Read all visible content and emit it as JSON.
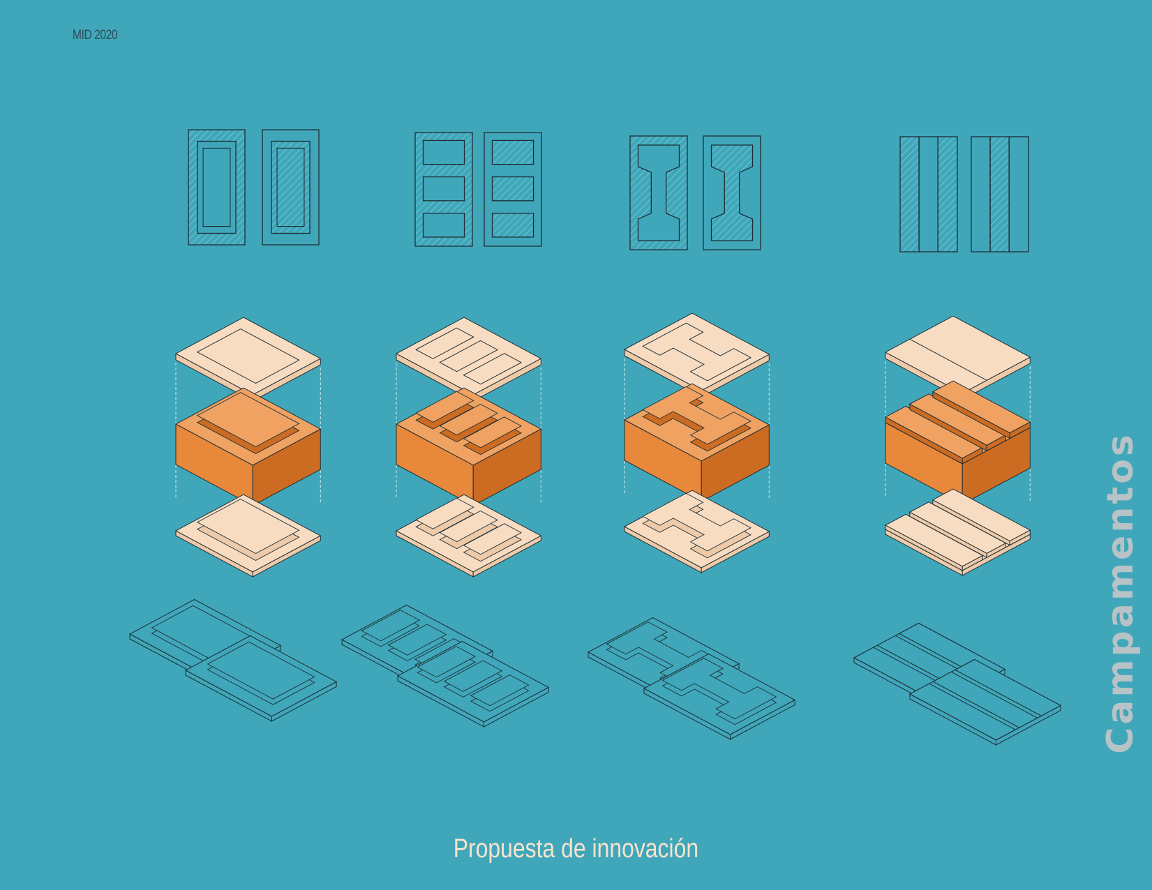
{
  "header": {
    "tag": "MID 2020"
  },
  "footer": {
    "caption": "Propuesta de innovación"
  },
  "side": {
    "title": "Campamentos"
  },
  "colors": {
    "background": "#40a7ba",
    "brick": "#e8883a",
    "brick_top": "#f0a262",
    "brick_side": "#cc6b22",
    "mold": "#f8dcc2",
    "mold_edge": "#eecaa8",
    "line": "#1c2e36",
    "hatch": "#6dc1cf",
    "guide": "#e6f4f7"
  },
  "variants": [
    {
      "id": "rect-frame",
      "pattern": "frame",
      "icon": "rectangular-frame-icon"
    },
    {
      "id": "three-cell",
      "pattern": "cells",
      "icon": "three-cell-icon"
    },
    {
      "id": "i-beam",
      "pattern": "ibeam",
      "icon": "i-beam-icon"
    },
    {
      "id": "grooved",
      "pattern": "grooves",
      "icon": "grooved-icon"
    }
  ]
}
